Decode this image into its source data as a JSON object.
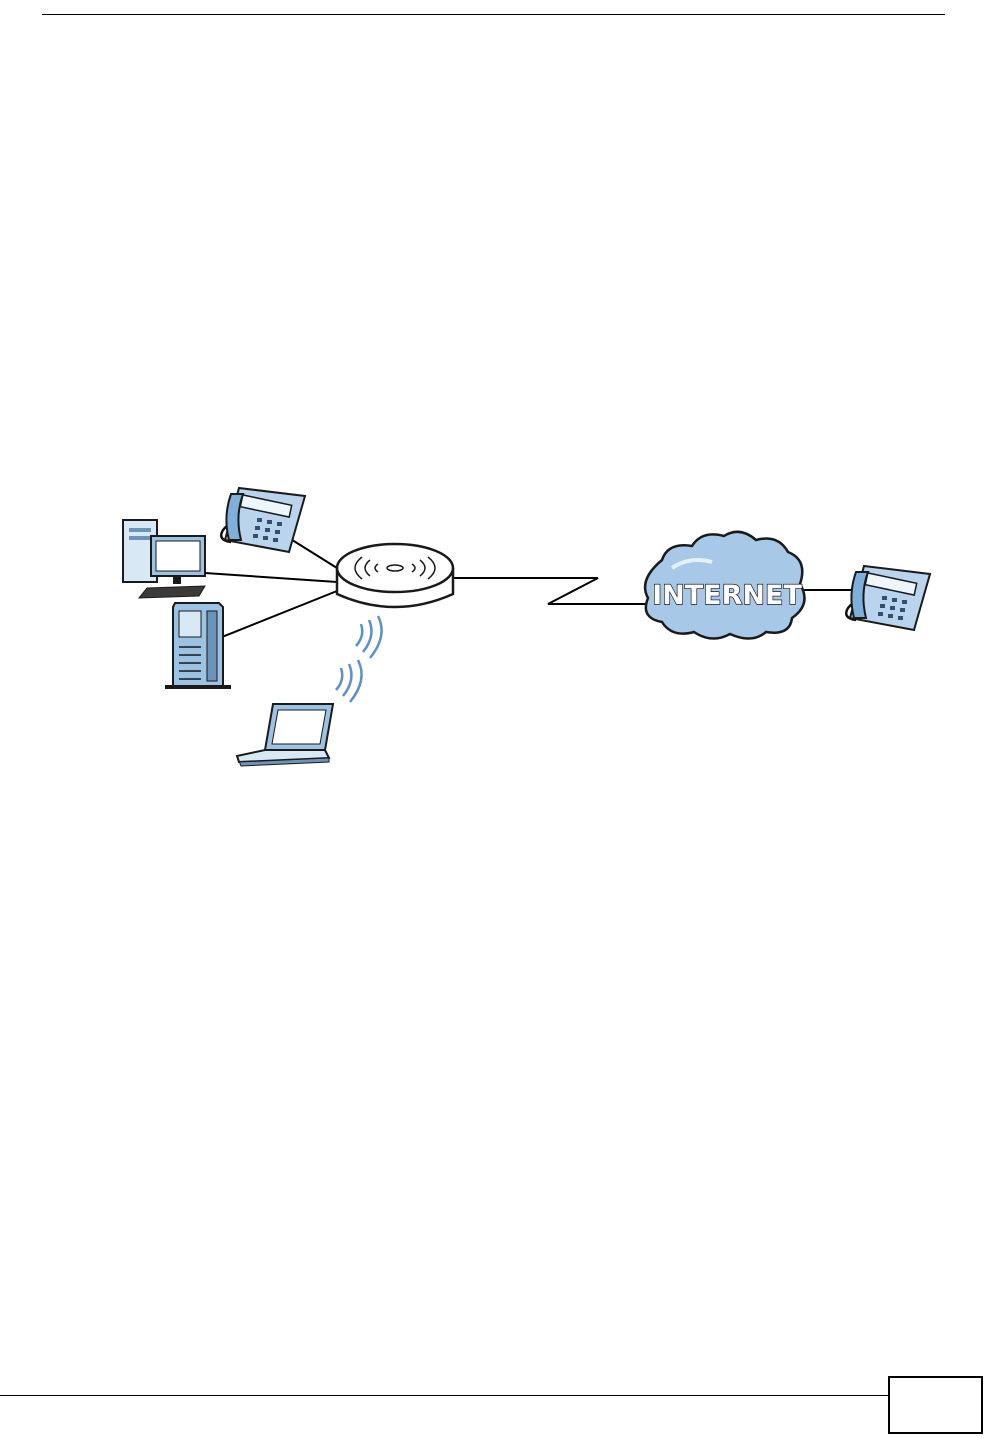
{
  "diagram": {
    "cloud_label": "INTERNET",
    "nodes": [
      {
        "id": "local-phone",
        "icon": "telephone-icon"
      },
      {
        "id": "desktop-pc",
        "icon": "desktop-computer-icon"
      },
      {
        "id": "server",
        "icon": "server-tower-icon"
      },
      {
        "id": "laptop",
        "icon": "laptop-icon"
      },
      {
        "id": "router",
        "icon": "wireless-router-icon"
      },
      {
        "id": "internet",
        "icon": "cloud-icon"
      },
      {
        "id": "remote-phone",
        "icon": "telephone-icon"
      }
    ],
    "edges": [
      {
        "from": "local-phone",
        "to": "router",
        "type": "wired"
      },
      {
        "from": "desktop-pc",
        "to": "router",
        "type": "wired"
      },
      {
        "from": "server",
        "to": "router",
        "type": "wired"
      },
      {
        "from": "laptop",
        "to": "router",
        "type": "wireless"
      },
      {
        "from": "router",
        "to": "internet",
        "type": "wan-link"
      },
      {
        "from": "internet",
        "to": "remote-phone",
        "type": "wired"
      }
    ],
    "colors": {
      "device_blue": "#9cc3e3",
      "wireless_waves": "#5b8fd0",
      "cloud_fill": "#a7c8e6"
    }
  },
  "footer": {
    "page_number": ""
  }
}
